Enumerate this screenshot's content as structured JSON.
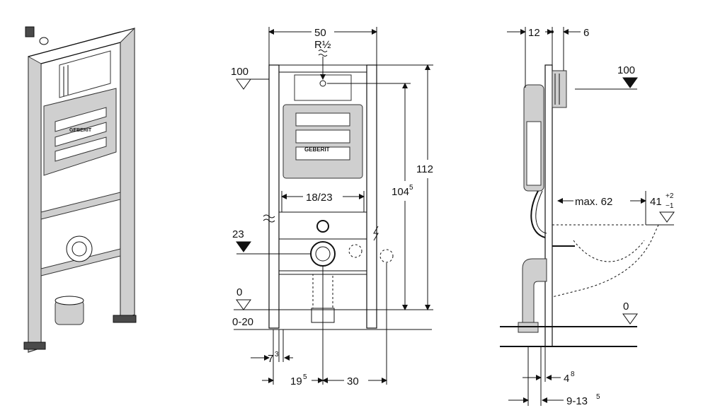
{
  "front_view": {
    "width_top": "50",
    "connection": "R½",
    "level_top": "100",
    "height_total": "112",
    "height_inner": "104",
    "height_inner_sup": "5",
    "drain_spacing": "18/23",
    "level_drain": "23",
    "level_floor": "0",
    "floor_range": "0-20",
    "leg_width": "7",
    "leg_width_sup": "3",
    "offset_left": "19",
    "offset_left_sup": "5",
    "offset_right": "30"
  },
  "side_view": {
    "depth_a": "12",
    "depth_b": "6",
    "level_top": "100",
    "bowl_projection": "max. 62",
    "bowl_height": "41",
    "bowl_tol_plus": "+2",
    "bowl_tol_minus": "−1",
    "level_floor": "0",
    "wall_gap": "4",
    "wall_gap_sup": "8",
    "wall_depth": "9-13",
    "wall_depth_sup": "5"
  },
  "product": {
    "brand_front": "GEBERIT",
    "brand_iso": "GEBERIT"
  }
}
